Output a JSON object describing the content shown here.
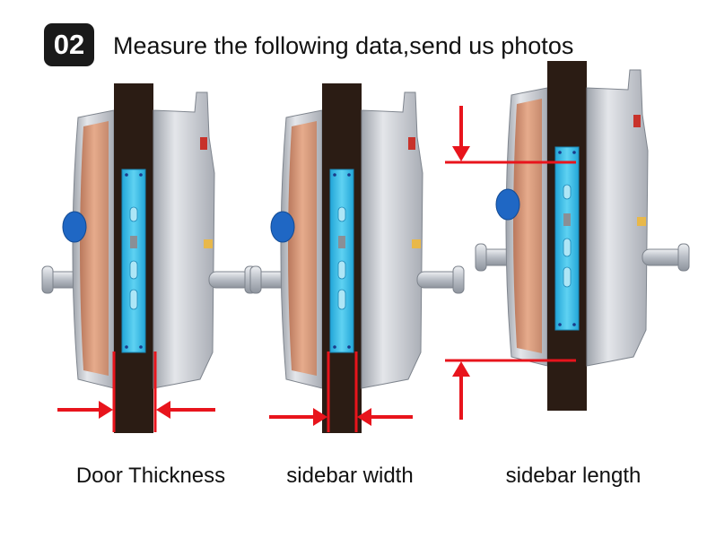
{
  "header": {
    "step_number": "02",
    "title": "Measure the following data,send us photos"
  },
  "panels": [
    {
      "caption": "Door Thickness"
    },
    {
      "caption": "sidebar width"
    },
    {
      "caption": "sidebar length"
    }
  ],
  "colors": {
    "arrow": "#e8141c",
    "door": "#2b1c14",
    "sidebar": "#38c2ea",
    "knob": "#1f67c4",
    "lock_body": "#cdd0d6"
  }
}
